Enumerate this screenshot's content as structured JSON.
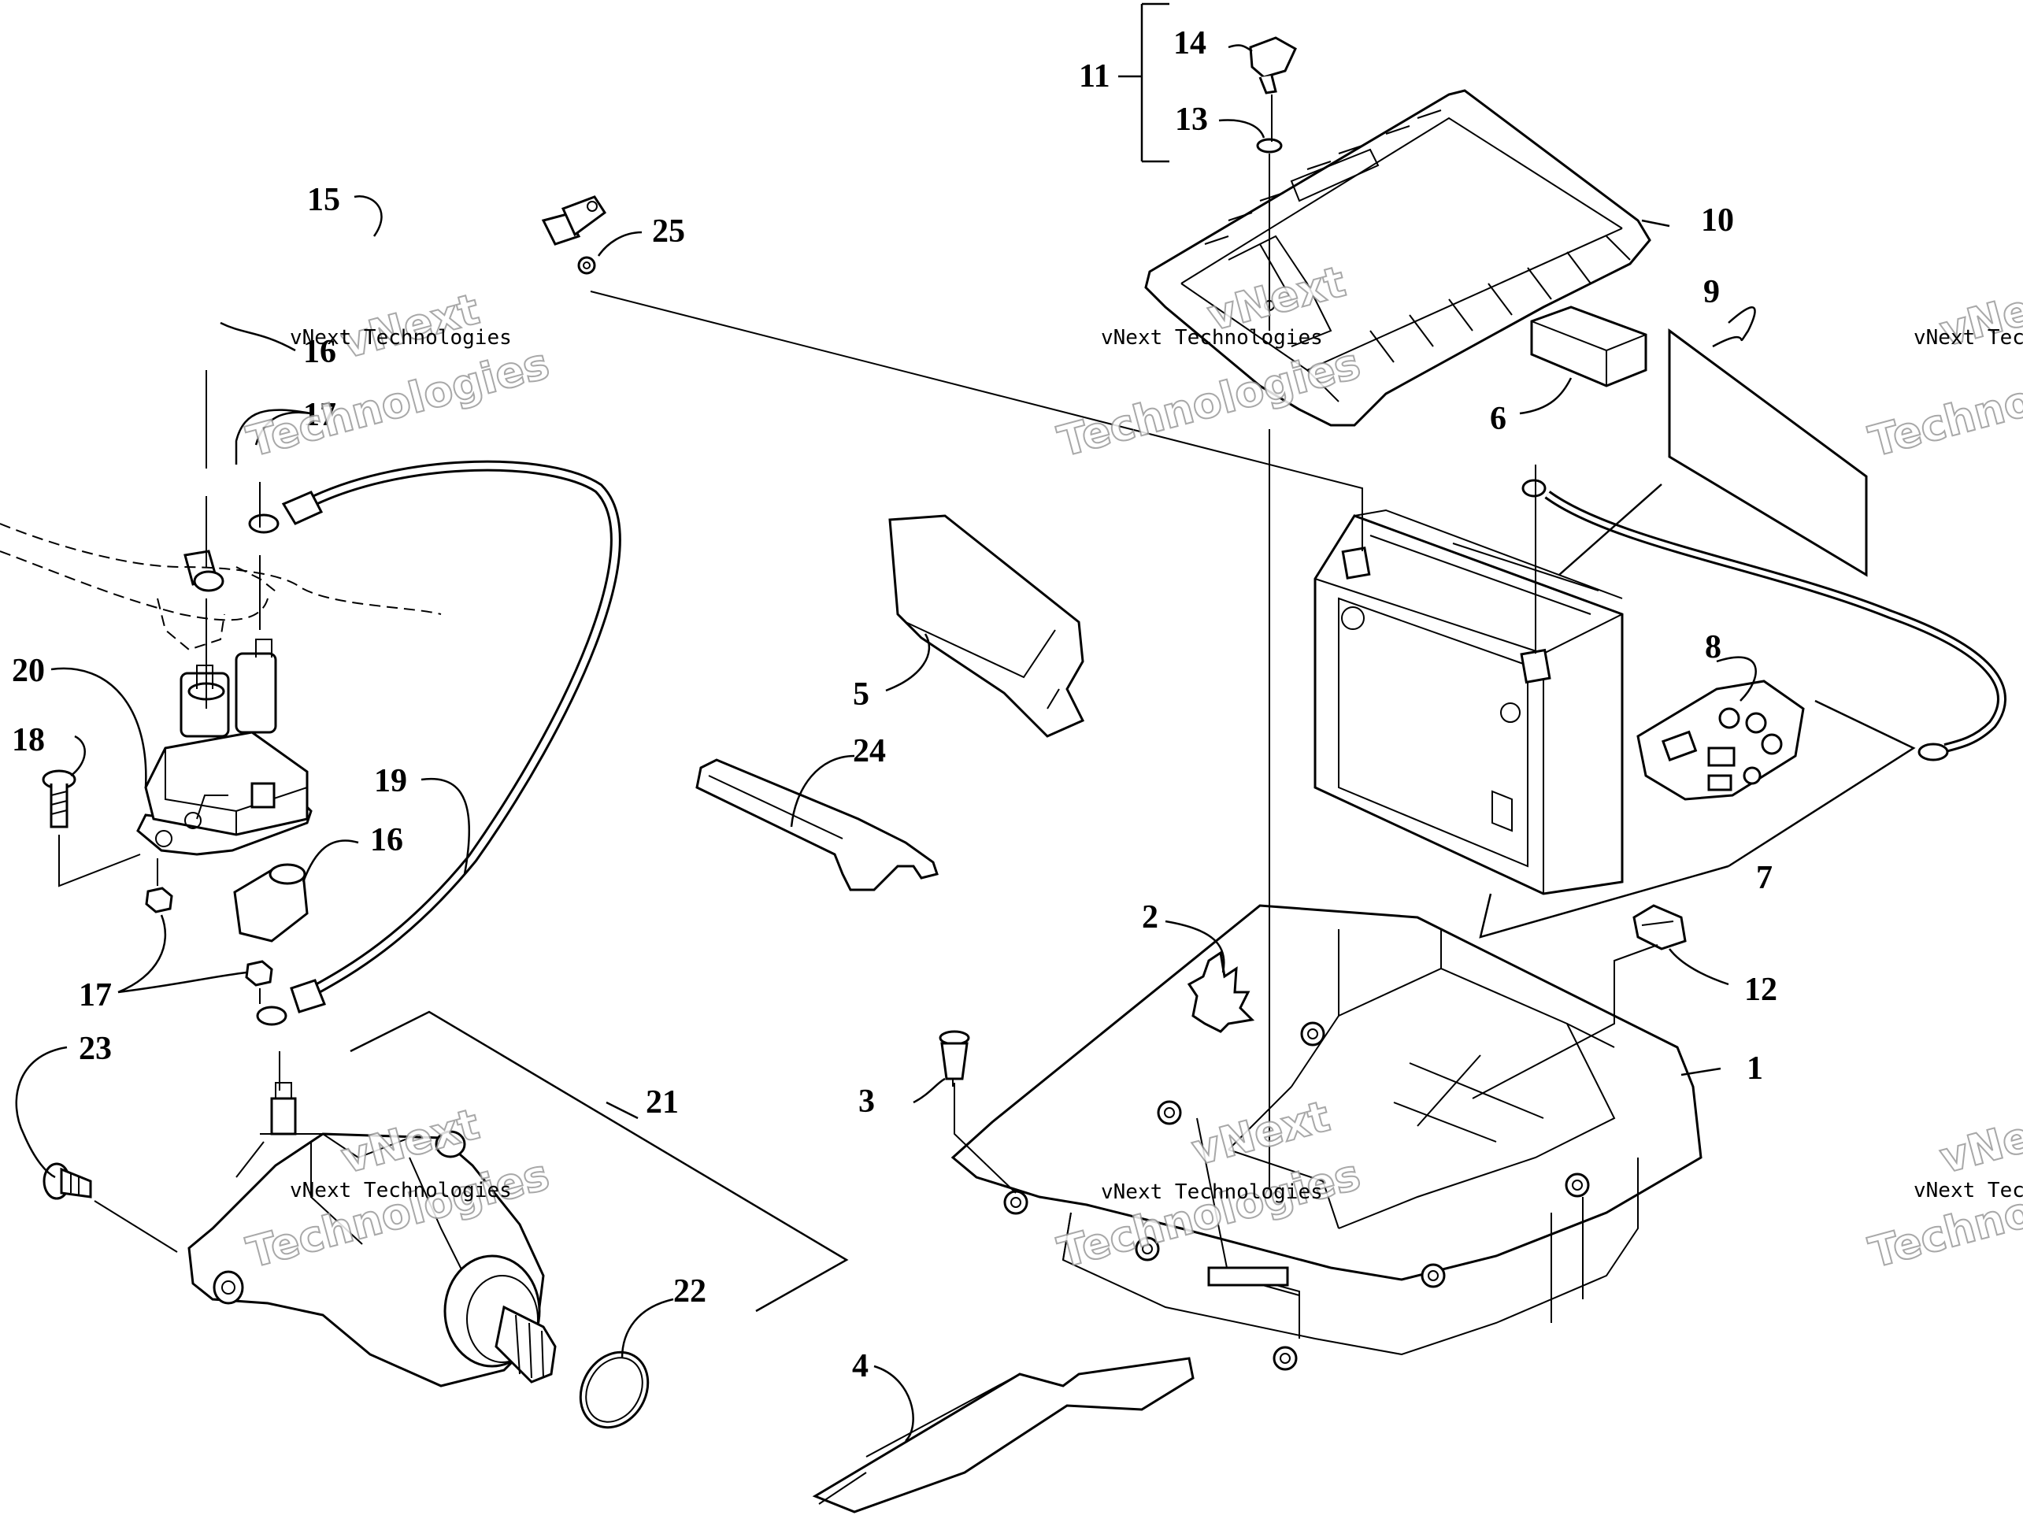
{
  "callouts": [
    "1",
    "2",
    "3",
    "4",
    "5",
    "6",
    "7",
    "8",
    "9",
    "10",
    "11",
    "12",
    "13",
    "14",
    "15",
    "16",
    "16",
    "17",
    "17",
    "18",
    "19",
    "20",
    "21",
    "22",
    "23",
    "24",
    "25"
  ],
  "watermark": {
    "brand": "vNext",
    "company": "vNext Technologies",
    "word": "Technologies"
  }
}
